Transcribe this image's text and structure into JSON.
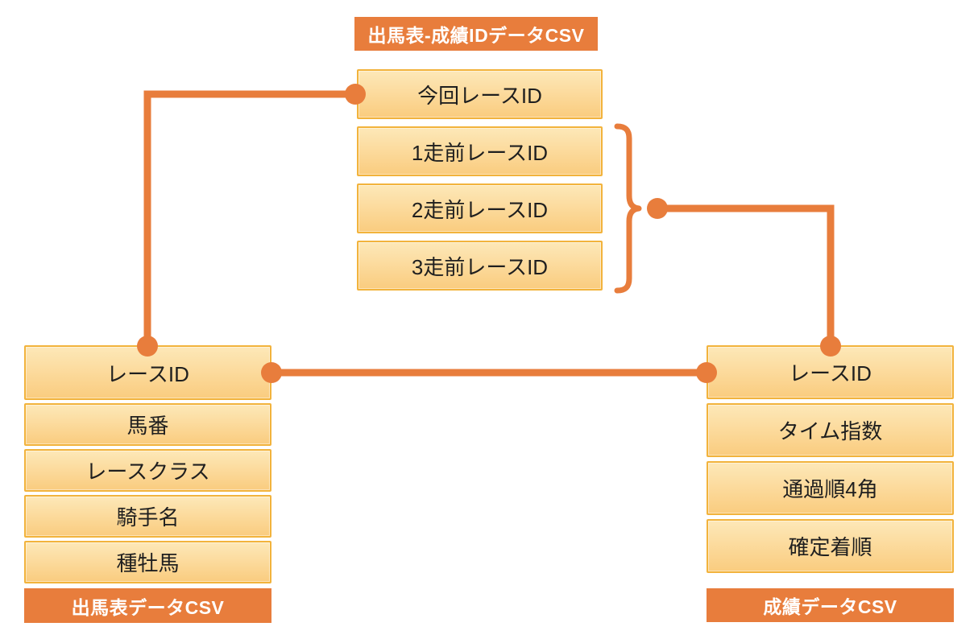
{
  "colors": {
    "accent_orange": "#E87D3C",
    "box_border_gold": "#F2B33C",
    "box_fill_top": "#FDE8B8",
    "box_fill_bottom": "#FACC7F",
    "box_text": "#1F1F1F",
    "title_text": "#FFFFFF"
  },
  "tables": {
    "junction": {
      "title": "出馬表-成績IDデータCSV",
      "title_position": "top",
      "rows": [
        "今回レースID",
        "1走前レースID",
        "2走前レースID",
        "3走前レースID"
      ]
    },
    "entry": {
      "title": "出馬表データCSV",
      "title_position": "bottom",
      "rows": [
        "レースID",
        "馬番",
        "レースクラス",
        "騎手名",
        "種牡馬"
      ]
    },
    "results": {
      "title": "成績データCSV",
      "title_position": "bottom",
      "rows": [
        "レースID",
        "タイム指数",
        "通過順4角",
        "確定着順"
      ]
    }
  },
  "connections": [
    {
      "from": "junction.今回レースID",
      "to": "entry.レースID",
      "style": "elbow-with-dots"
    },
    {
      "from": "junction.1走前レースID/2走前レースID/3走前レースID",
      "to": "results.レースID",
      "style": "brace-elbow-with-dots"
    },
    {
      "from": "entry.レースID",
      "to": "results.レースID",
      "style": "straight-with-dots"
    }
  ]
}
